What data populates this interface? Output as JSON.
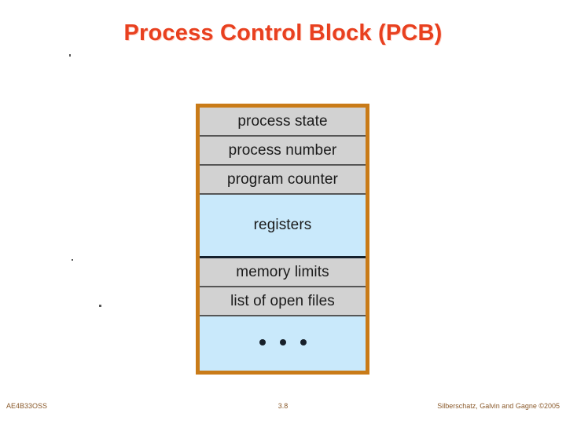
{
  "slide": {
    "title": "Process Control Block (PCB)",
    "title_color": "#e8401f"
  },
  "figure": {
    "name": "process-control-block",
    "border_color": "#c97b18",
    "gray_fill": "#d2d2d2",
    "blue_fill": "#c9e9fb",
    "separator_color": "#565656",
    "thick_separator_color": "#14202c",
    "rows": [
      {
        "label": "process state",
        "fill": "gray"
      },
      {
        "label": "process number",
        "fill": "gray"
      },
      {
        "label": "program counter",
        "fill": "gray"
      },
      {
        "label": "registers",
        "fill": "blue"
      },
      {
        "label": "memory limits",
        "fill": "gray"
      },
      {
        "label": "list of open files",
        "fill": "gray"
      },
      {
        "label": "",
        "fill": "blue",
        "glyph": "ellipsis-dots",
        "dots": 3
      }
    ]
  },
  "footer": {
    "course_code": "AE4B33OSS",
    "page_number": "3.8",
    "copyright": "Silberschatz, Galvin and Gagne ©2005",
    "text_color": "#8a5a2b"
  }
}
